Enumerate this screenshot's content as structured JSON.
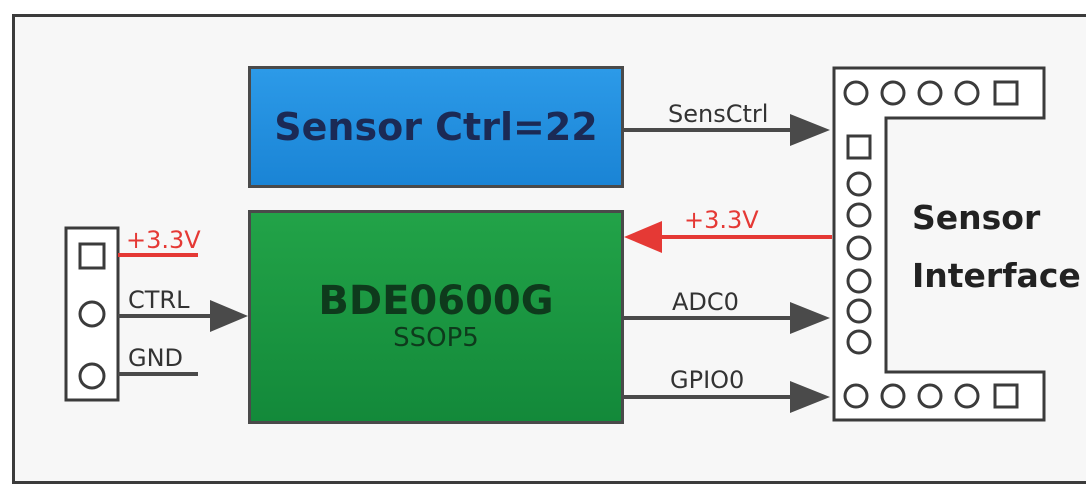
{
  "blocks": {
    "sensor_ctrl": "Sensor Ctrl=22",
    "chip_name": "BDE0600G",
    "chip_package": "SSOP5"
  },
  "left_header": {
    "power": "+3.3V",
    "ctrl": "CTRL",
    "gnd": "GND"
  },
  "signals": {
    "sensctrl": "SensCtrl",
    "power": "+3.3V",
    "adc": "ADC0",
    "gpio": "GPIO0"
  },
  "sensor_interface": {
    "line1": "Sensor",
    "line2": "Interface"
  },
  "colors": {
    "blue_block": "#1f8fdc",
    "green_block": "#1a9a42",
    "power_line": "#e53935",
    "wire": "#4a4a4a"
  }
}
